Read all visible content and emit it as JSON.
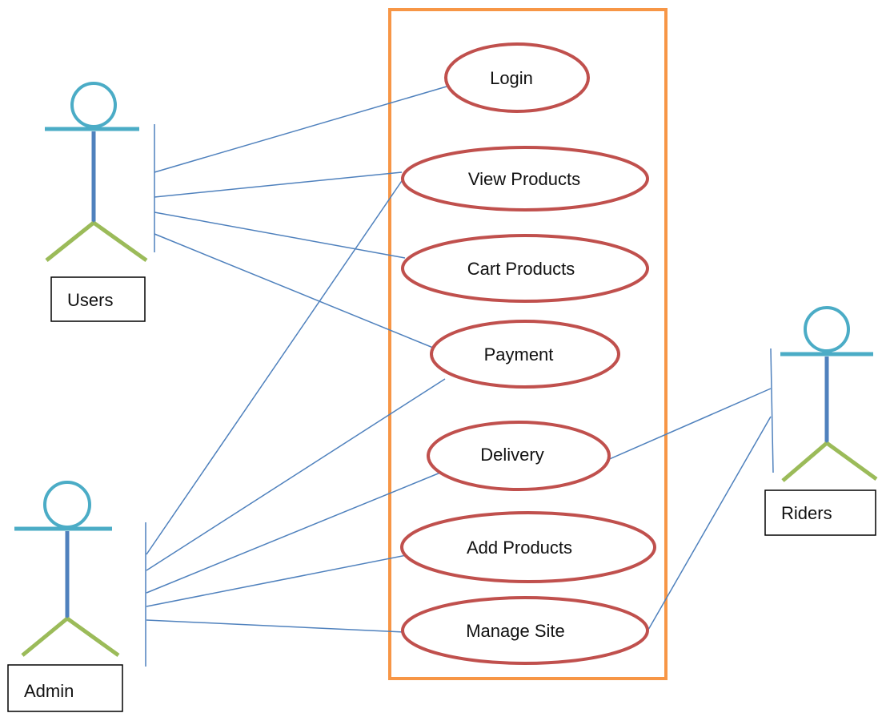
{
  "diagram": {
    "system_boundary_color": "#F79646",
    "usecase_border_color": "#C0504D",
    "line_color": "#4F81BD",
    "actor_head_color": "#4BACC6",
    "actor_body_color": "#4F81BD",
    "actor_legs_color": "#9BBB59"
  },
  "actors": {
    "users": {
      "label": "Users"
    },
    "admin": {
      "label": "Admin"
    },
    "riders": {
      "label": "Riders"
    }
  },
  "usecases": {
    "login": {
      "label": "Login"
    },
    "view_products": {
      "label": "View Products"
    },
    "cart_products": {
      "label": "Cart Products"
    },
    "payment": {
      "label": "Payment"
    },
    "delivery": {
      "label": "Delivery"
    },
    "add_products": {
      "label": "Add Products"
    },
    "manage_site": {
      "label": "Manage Site"
    }
  }
}
